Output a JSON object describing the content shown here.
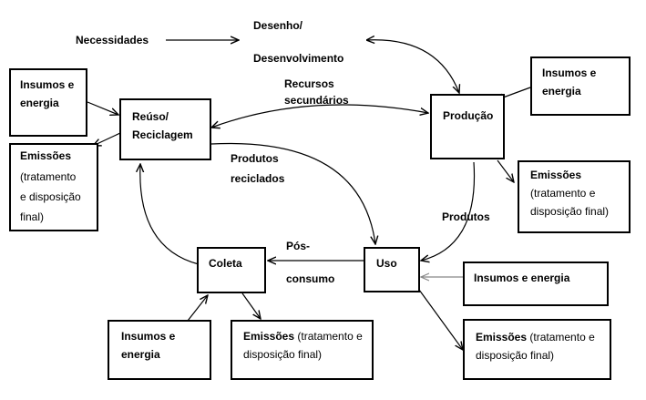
{
  "colors": {
    "stroke": "#000000",
    "gray_arrow": "#888888",
    "background": "#ffffff"
  },
  "nodes": {
    "necessidades": "Necessidades",
    "desenho": "Desenho/",
    "desenvolvimento": "Desenvolvimento",
    "insumos_left": "Insumos e\nenergia",
    "reuso": "Reúso/\nReciclagem",
    "emissoes_left_title": "Emissões",
    "emissoes_left_rest": "(tratamento\ne disposição\nfinal)",
    "recursos": "Recursos\nsecundários",
    "producao": "Produção",
    "insumos_right": "Insumos e\nenergia",
    "emissoes_right_title": "Emissões",
    "emissoes_right_rest": "(tratamento e\ndisposição final)",
    "produtos_reciclados": "Produtos\nreciclados",
    "produtos": "Produtos",
    "pos": "Pós-",
    "consumo": "consumo",
    "coleta": "Coleta",
    "uso": "Uso",
    "insumos_uso": "Insumos e energia",
    "emissoes_uso_title": "Emissões",
    "emissoes_uso_rest1": " (tratamento e",
    "emissoes_uso_rest2": "disposição final)",
    "insumos_coleta": "Insumos e\nenergia",
    "emissoes_coleta_title": "Emissões",
    "emissoes_coleta_rest1": " (tratamento e",
    "emissoes_coleta_rest2": "disposição final)"
  }
}
